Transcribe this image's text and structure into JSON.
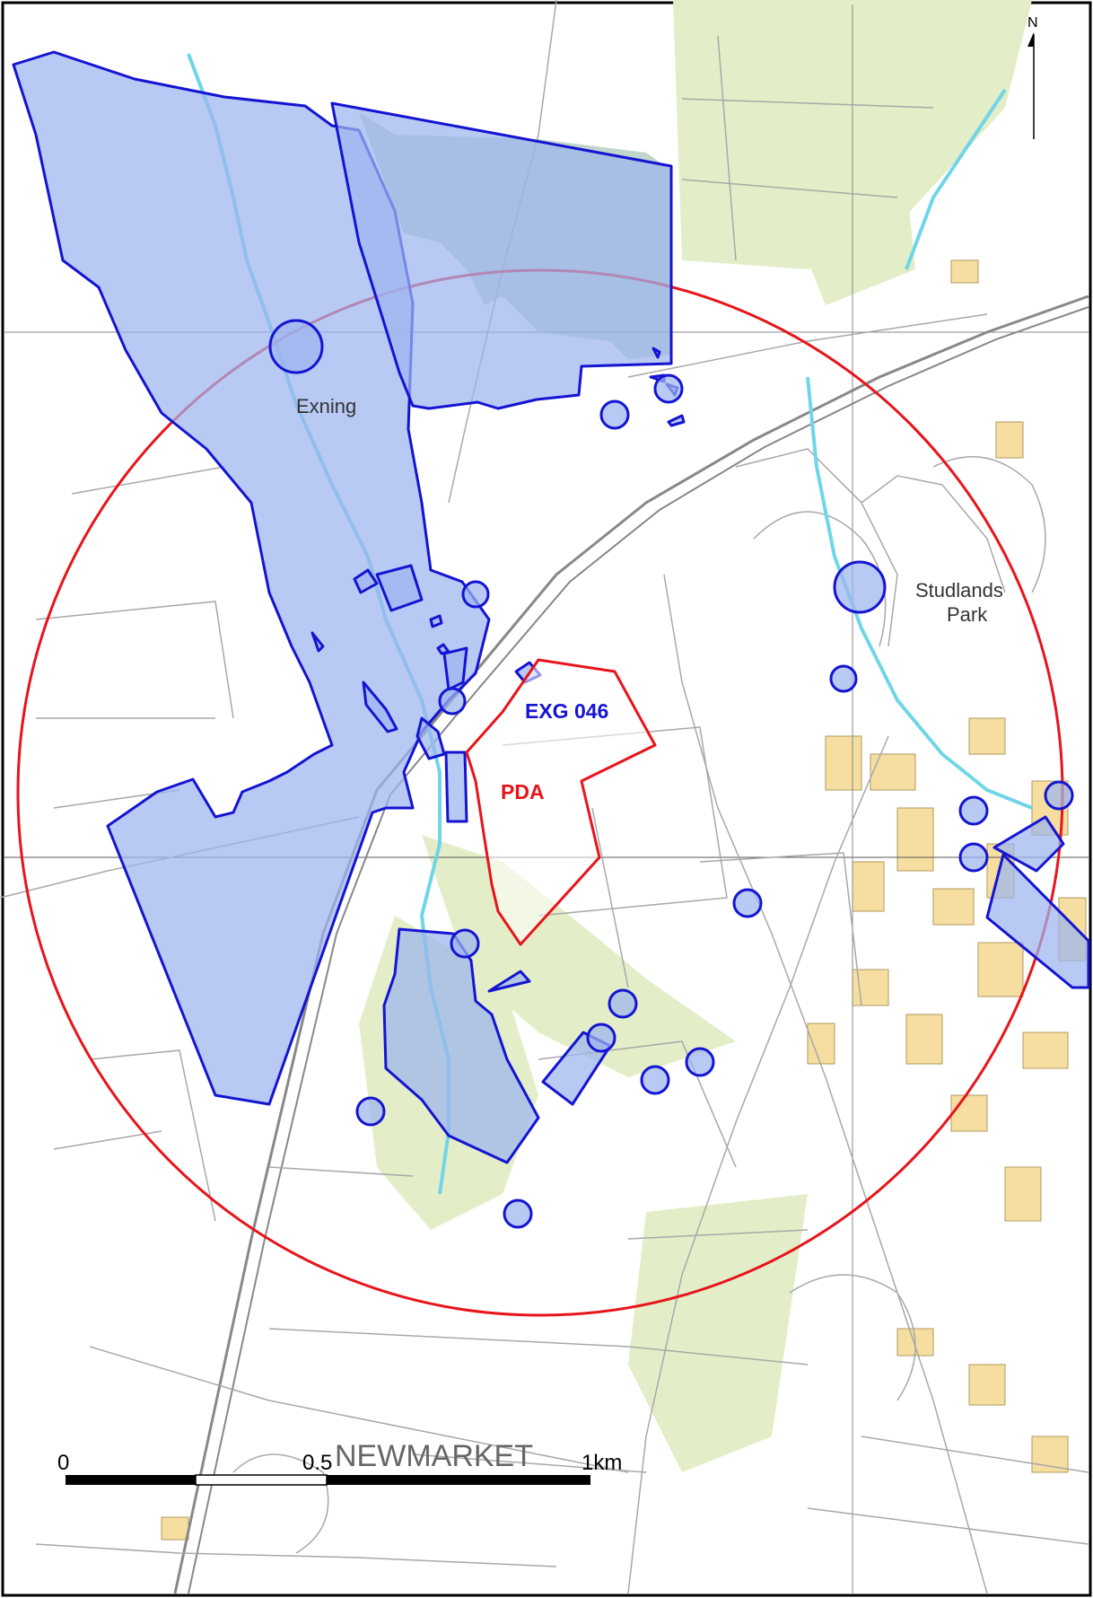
{
  "labels": {
    "exg": "EXG 046",
    "pda": "PDA",
    "newmarket": "NEWMARKET",
    "studlands": "Studlands",
    "park": "Park",
    "exning": "Exning"
  },
  "scale_bar": {
    "zero": "0",
    "half": "0.5",
    "end": "1km"
  },
  "north_arrow": {
    "label": "N"
  },
  "colors": {
    "pda_outline": "#e8141b",
    "study_circle": "#e8141b",
    "heritage_outline": "#1414d2",
    "heritage_fill": "#9cb4ee",
    "green_space": "#e3eec8",
    "woodland": "#b9d2c5",
    "building": "#f5dea0",
    "watercourse": "#6fd6e8",
    "base_lines": "#a8a8a8"
  }
}
